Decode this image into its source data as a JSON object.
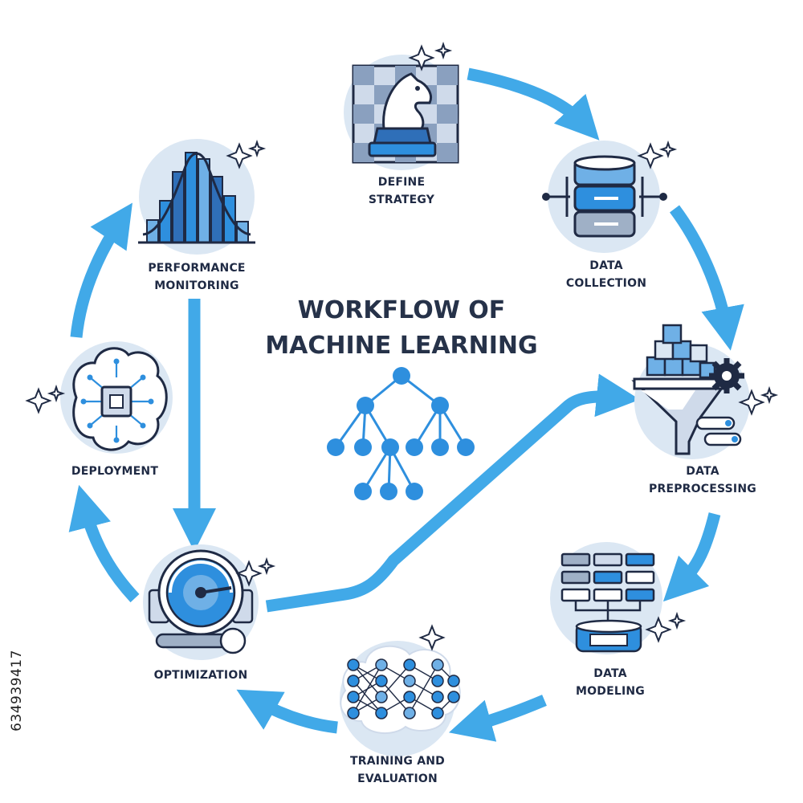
{
  "title": {
    "line1": "WORKFLOW OF",
    "line2": "MACHINE LEARNING"
  },
  "steps": [
    {
      "id": "define-strategy",
      "line1": "DEFINE",
      "line2": "STRATEGY",
      "icon": "chess-knight-icon"
    },
    {
      "id": "data-collection",
      "line1": "DATA",
      "line2": "COLLECTION",
      "icon": "database-icon"
    },
    {
      "id": "data-preprocessing",
      "line1": "DATA",
      "line2": "PREPROCESSING",
      "icon": "funnel-icon"
    },
    {
      "id": "data-modeling",
      "line1": "DATA",
      "line2": "MODELING",
      "icon": "data-model-icon"
    },
    {
      "id": "training-and-evaluation",
      "line1": "TRAINING AND",
      "line2": "EVALUATION",
      "icon": "neural-network-icon"
    },
    {
      "id": "optimization",
      "line1": "OPTIMIZATION",
      "line2": "",
      "icon": "gauge-wrench-icon"
    },
    {
      "id": "deployment",
      "line1": "DEPLOYMENT",
      "line2": "",
      "icon": "brain-chip-icon"
    },
    {
      "id": "performance-monitoring",
      "line1": "PERFORMANCE",
      "line2": "MONITORING",
      "icon": "bell-curve-chart-icon"
    }
  ],
  "center_icon": "tree-hierarchy-icon",
  "watermark_id": "634939417",
  "colors": {
    "arrow": "#41a9e8",
    "circle_bg": "#dbe7f3",
    "dark": "#1f2a44",
    "mid_blue": "#2f6fb8",
    "node_blue": "#2e8fde"
  }
}
